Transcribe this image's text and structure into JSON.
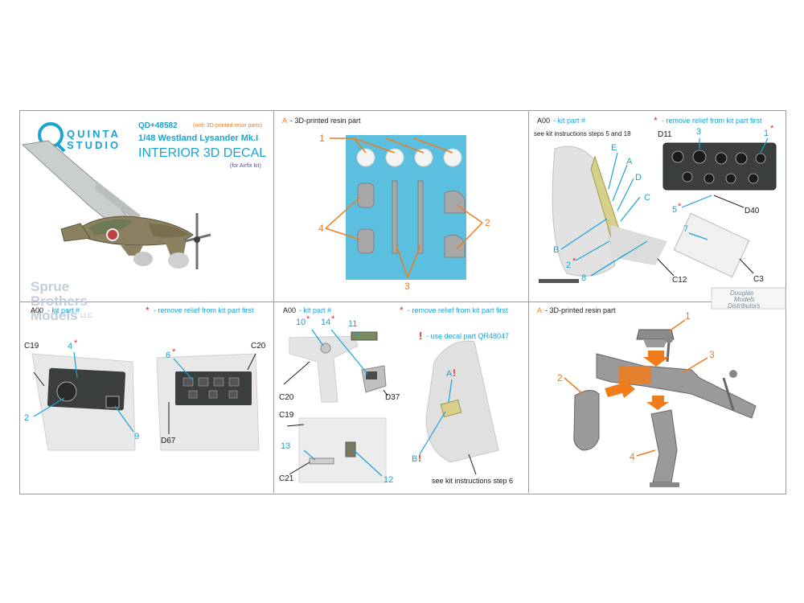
{
  "brand": {
    "line1": "QUINTA",
    "line2": "STUDIO"
  },
  "product": {
    "code": "QD+48582",
    "code_note": "(with 3D-printed resin parts)",
    "title": "1/48 Westland Lysander Mk.I",
    "subtitle": "INTERIOR 3D DECAL",
    "kit": "(for Airfix kit)"
  },
  "watermarks": {
    "sprue_brothers": [
      "Sprue",
      "Brothers",
      "Models",
      "LLC"
    ],
    "douglas": [
      "Douglas",
      "Models",
      "Distributors"
    ]
  },
  "panel2": {
    "legend_key": "A",
    "legend_text": "- 3D-printed resin part",
    "callouts": [
      "1",
      "4",
      "3",
      "2"
    ]
  },
  "panel3": {
    "legend_key": "A00",
    "legend_text": "- kit part #",
    "relief_text": "- remove relief from kit part first",
    "steps_note": "see kit instructions steps 5 and 18",
    "labels": {
      "E": "E",
      "A": "A",
      "D": "D",
      "C": "C",
      "B": "B",
      "two": "2",
      "D11": "D11",
      "three": "3",
      "one": "1",
      "five": "5",
      "D40": "D40",
      "seven": "7",
      "eight": "8",
      "C12": "C12",
      "C3": "C3"
    }
  },
  "panel4": {
    "legend_key": "A00",
    "legend_text": "- kit part #",
    "relief_text": "- remove relief from kit part first",
    "labels": {
      "C19": "C19",
      "four": "4",
      "two": "2",
      "nine": "9",
      "six": "6",
      "C20": "C20",
      "D67": "D67"
    }
  },
  "panel5": {
    "legend_key": "A00",
    "legend_text": "- kit part #",
    "relief_text": "- remove relief from kit part first",
    "decal_text": "- use decal part QR48047",
    "steps_note": "see kit instructions step 6",
    "labels": {
      "ten": "10",
      "fourteen": "14",
      "eleven": "11",
      "C20": "C20",
      "D37": "D37",
      "C19": "C19",
      "thirteen": "13",
      "C21": "C21",
      "twelve": "12",
      "A": "A",
      "B": "B"
    }
  },
  "panel6": {
    "legend_key": "A",
    "legend_text": "- 3D-printed resin part",
    "callouts": [
      "1",
      "2",
      "3",
      "4"
    ]
  },
  "colors": {
    "orange": "#f07c1c",
    "cyan": "#1aa3d4",
    "red": "#e22a2a",
    "resin_bg": "#5bc0df"
  }
}
